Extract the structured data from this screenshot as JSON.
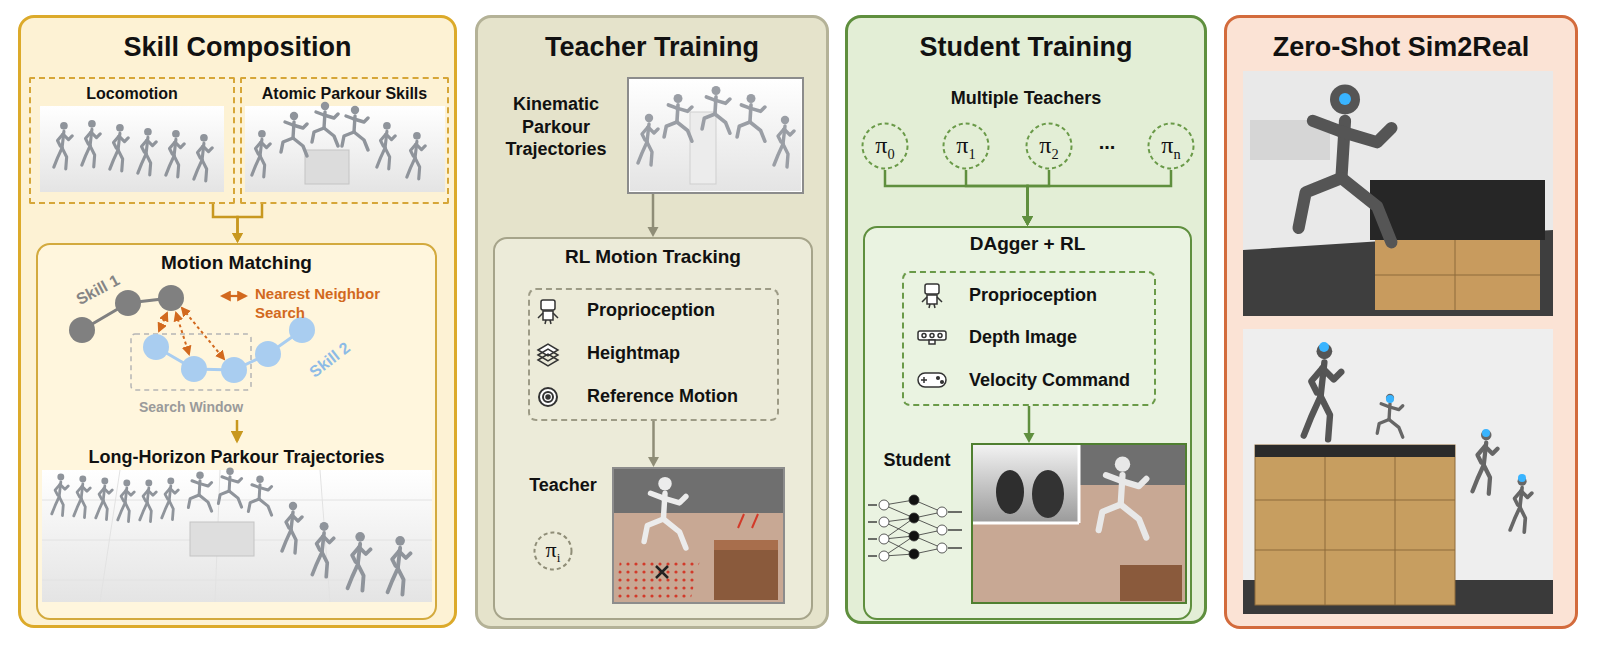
{
  "diagram": {
    "nodes": [
      {
        "text": [
          "Skill Composition"
        ]
      },
      {
        "text": [
          "Locomotion"
        ],
        "in": 0
      },
      {
        "text": [
          "Atomic Parkour Skills"
        ],
        "in": 0
      },
      {
        "text": [
          "Motion Matching",
          "Long-Horizon Parkour Trajectories"
        ],
        "in": 0
      },
      {
        "text": [
          "Teacher Training"
        ]
      },
      {
        "text": [
          "Kinematic Parkour Trajectories"
        ],
        "in": 4
      },
      {
        "text": [
          "RL Motion Tracking"
        ],
        "in": 4
      },
      {
        "text": [
          "Proprioception",
          "Heightmap",
          "Reference Motion"
        ],
        "in": 6
      },
      {
        "text": [
          "Teacher"
        ],
        "in": 6
      },
      {
        "text": [
          "πi"
        ],
        "in": 6
      },
      {
        "text": [
          "Student Training"
        ]
      },
      {
        "text": [
          "π0"
        ],
        "in": 10
      },
      {
        "text": [
          "π1"
        ],
        "in": 10
      },
      {
        "text": [
          "π2"
        ],
        "in": 10
      },
      {
        "text": [
          "πn"
        ],
        "in": 10
      },
      {
        "text": [
          "DAgger + RL"
        ],
        "in": 10
      },
      {
        "text": [
          "Proprioception",
          "Depth Image",
          "Velocity Command"
        ],
        "in": 15
      },
      {
        "text": [
          "Student"
        ],
        "in": 15
      },
      {
        "text": [
          "Zero-Shot Sim2Real"
        ]
      }
    ],
    "edges": [
      {
        "from": 1,
        "to": 3,
        "arrow": "to"
      },
      {
        "from": 2,
        "to": 3,
        "arrow": "to"
      },
      {
        "from": 5,
        "to": 6,
        "arrow": "to"
      },
      {
        "from": 7,
        "to": 8,
        "arrow": "to"
      },
      {
        "from": 11,
        "to": 15,
        "arrow": "to"
      },
      {
        "from": 12,
        "to": 15,
        "arrow": "to"
      },
      {
        "from": 13,
        "to": 15,
        "arrow": "to"
      },
      {
        "from": 14,
        "to": 15,
        "arrow": "to"
      },
      {
        "from": 16,
        "to": 17,
        "arrow": "to"
      }
    ],
    "labels": [
      "Skill 1",
      "Nearest Neighbor Search",
      "Search Window",
      "Skill 2",
      "Multiple Teachers",
      "..."
    ]
  }
}
